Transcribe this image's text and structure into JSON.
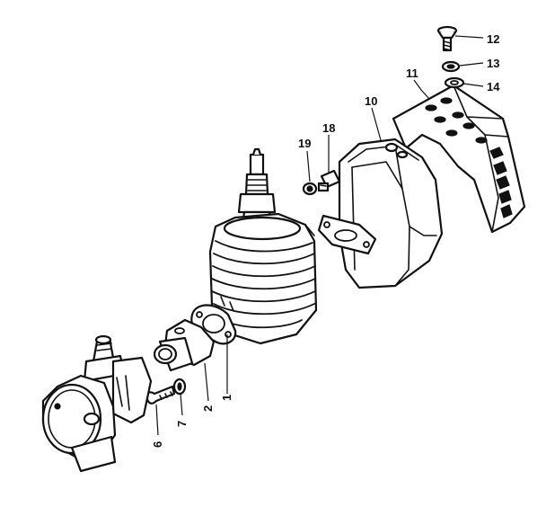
{
  "callouts": [
    {
      "id": "1",
      "text": "1"
    },
    {
      "id": "2",
      "text": "2"
    },
    {
      "id": "6",
      "text": "6"
    },
    {
      "id": "7",
      "text": "7"
    },
    {
      "id": "10",
      "text": "10"
    },
    {
      "id": "11",
      "text": "11"
    },
    {
      "id": "12",
      "text": "12"
    },
    {
      "id": "13",
      "text": "13"
    },
    {
      "id": "14",
      "text": "14"
    },
    {
      "id": "18",
      "text": "18"
    },
    {
      "id": "19",
      "text": "19"
    }
  ],
  "colors": {
    "ink": "#111111",
    "paper": "#ffffff"
  }
}
